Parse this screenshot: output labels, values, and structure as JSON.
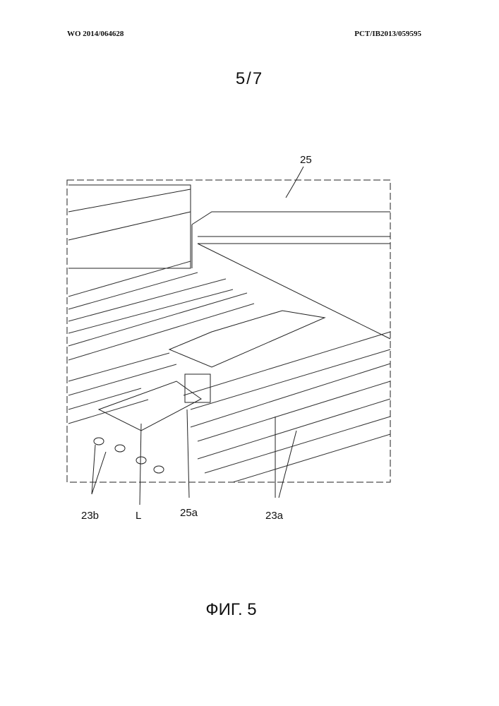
{
  "header": {
    "publication_number": "WO 2014/064628",
    "application_number": "PCT/IB2013/059595"
  },
  "page_number": "5/7",
  "drawing": {
    "labels": {
      "ref_25": "25",
      "ref_23b": "23b",
      "ref_L": "L",
      "ref_25a": "25a",
      "ref_23a": "23a"
    }
  },
  "figure_caption": "ФИГ. 5"
}
